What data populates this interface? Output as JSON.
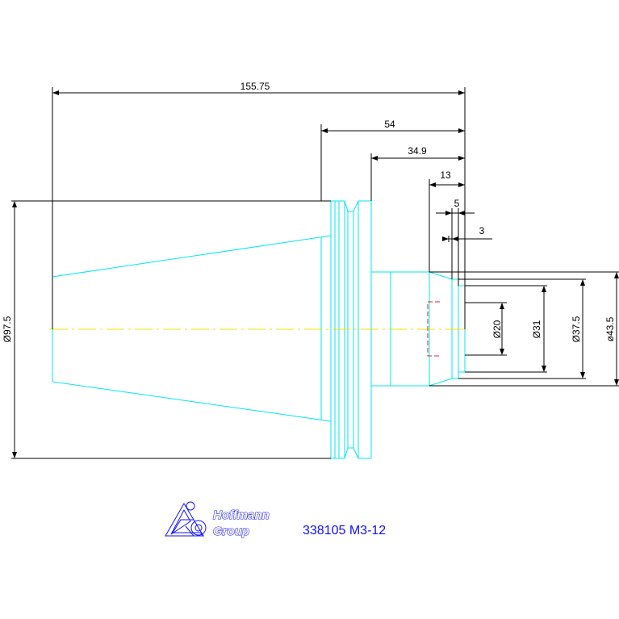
{
  "drawing": {
    "dimensions": {
      "overall_length": "155.75",
      "length_54": "54",
      "length_34_9": "34.9",
      "length_13": "13",
      "length_5": "5",
      "length_3": "3",
      "dia_97_5": "Ø97.5",
      "dia_20": "Ø20",
      "dia_31": "Ø31",
      "dia_37_5": "Ø37.5",
      "dia_43_5": "ø43.5"
    },
    "colors": {
      "outline": "#00e5f0",
      "dimension": "#000000",
      "center_line": "#f0e000",
      "hidden_line": "#e02020",
      "logo": "#1010ff"
    }
  },
  "footer": {
    "logo_line1": "Hoffmann",
    "logo_line2": "Group",
    "part_number": "338105 M3-12"
  }
}
